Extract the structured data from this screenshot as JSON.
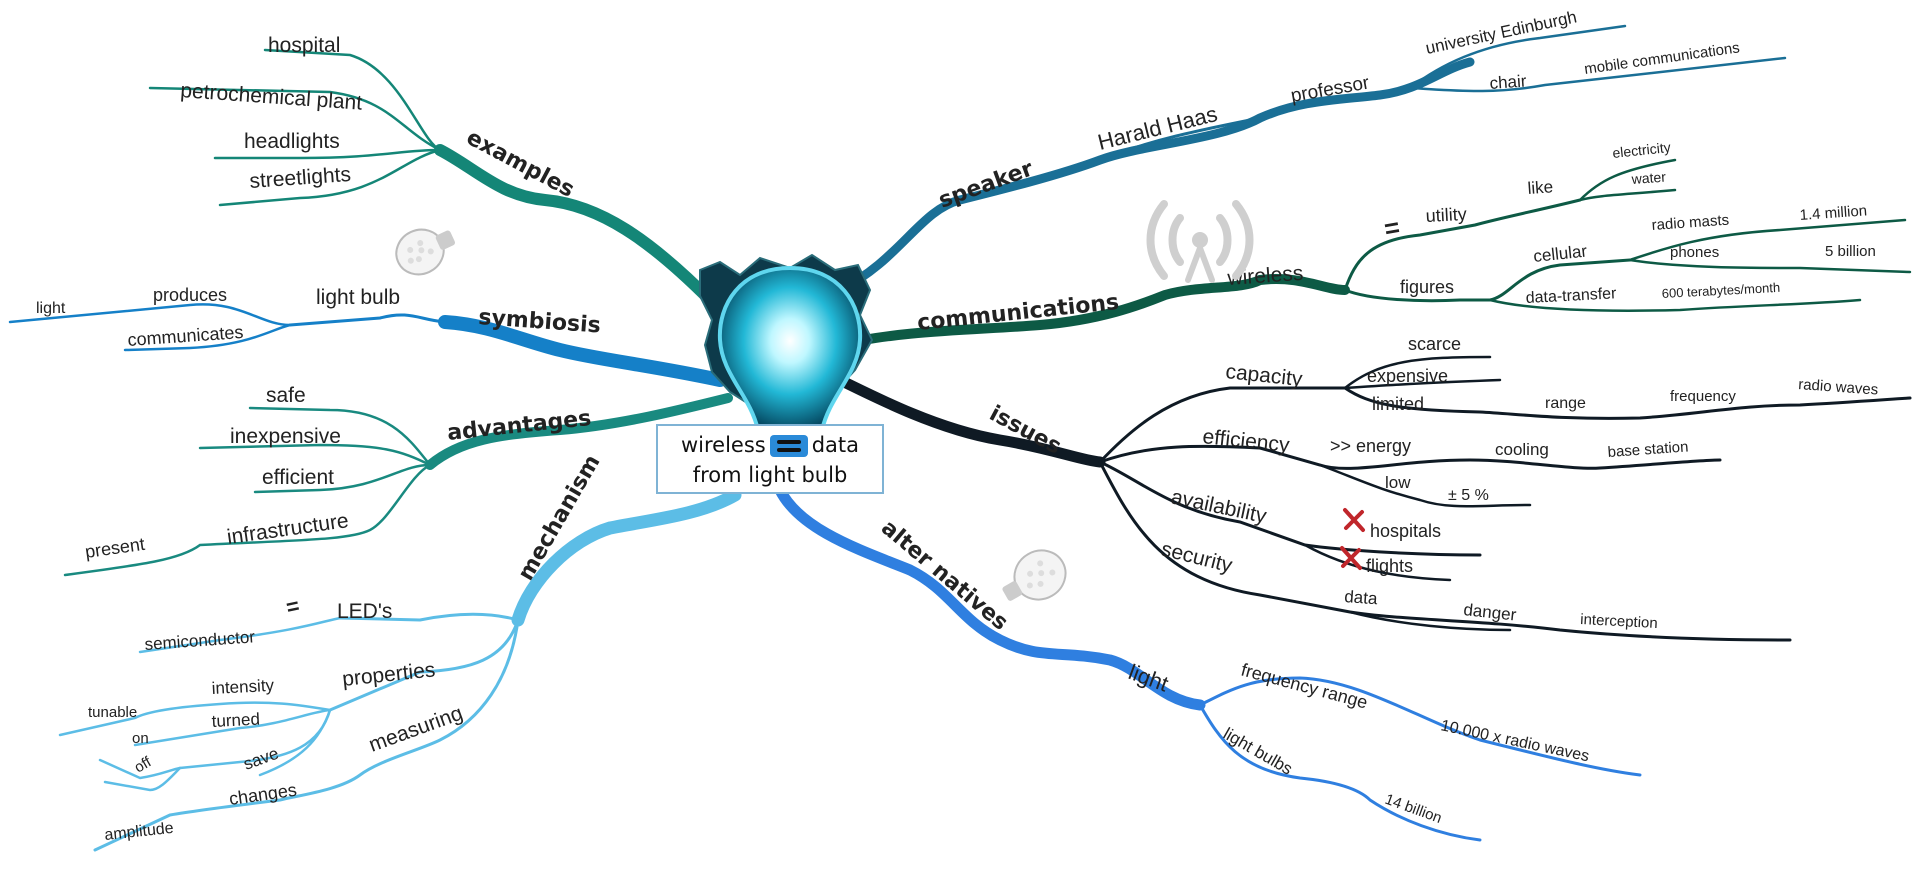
{
  "center": {
    "line1_left": "wireless",
    "line1_right": "data",
    "line2": "from light bulb",
    "icon": "equals-icon"
  },
  "colors": {
    "speaker": "#1a6f96",
    "communications": "#0d5a45",
    "issues": "#0f1a24",
    "alternatives": "#2f7fe0",
    "mechanism": "#5cbde6",
    "advantages": "#198a80",
    "symbiosis": "#1580c8",
    "examples": "#148677"
  },
  "branches": {
    "speaker": {
      "label": "speaker",
      "name": "Harald Haas",
      "professor": "professor",
      "university": "university Edinburgh",
      "chair": "chair",
      "mobile": "mobile communications"
    },
    "communications": {
      "label": "communications",
      "wireless": "wireless",
      "utility": "utility",
      "like": "like",
      "electricity": "electricity",
      "water": "water",
      "figures": "figures",
      "cellular": "cellular",
      "radio_masts": "radio masts",
      "masts_value": "1.4 million",
      "phones": "phones",
      "phones_value": "5 billion",
      "data_transfer": "data-transfer",
      "transfer_value": "600 terabytes/month",
      "equals": "=",
      "icon": "radio-tower-icon"
    },
    "issues": {
      "label": "issues",
      "capacity": "capacity",
      "scarce": "scarce",
      "expensive": "expensive",
      "limited": "limited",
      "range": "range",
      "frequency": "frequency",
      "radio_waves": "radio waves",
      "efficiency": "efficiency",
      "more_energy": ">> energy",
      "cooling": "cooling",
      "base_station": "base station",
      "low": "low",
      "five_pct": "± 5 %",
      "availability": "availability",
      "hospitals": "hospitals",
      "flights": "flights",
      "security": "security",
      "data": "data",
      "danger": "danger",
      "interception": "interception"
    },
    "alternatives": {
      "label": "alter natives",
      "light": "light",
      "frequency_range": "frequency range",
      "radio_x": "10.000 x radio waves",
      "light_bulbs": "light bulbs",
      "billion": "14 billion"
    },
    "mechanism": {
      "label": "mechanism",
      "leds": "LED's",
      "semiconductor": "semiconductor",
      "equals": "=",
      "properties": "properties",
      "intensity": "intensity",
      "tunable": "tunable",
      "turned": "turned",
      "on": "on",
      "off": "off",
      "save": "save",
      "measuring": "measuring",
      "changes": "changes",
      "amplitude": "amplitude"
    },
    "advantages": {
      "label": "advantages",
      "safe": "safe",
      "inexpensive": "inexpensive",
      "efficient": "efficient",
      "infrastructure": "infrastructure",
      "present": "present"
    },
    "symbiosis": {
      "label": "symbiosis",
      "light_bulb": "light bulb",
      "produces": "produces",
      "light": "light",
      "communicates": "communicates"
    },
    "examples": {
      "label": "examples",
      "hospital": "hospital",
      "petrochemical": "petrochemical plant",
      "headlights": "headlights",
      "streetlights": "streetlights"
    }
  }
}
